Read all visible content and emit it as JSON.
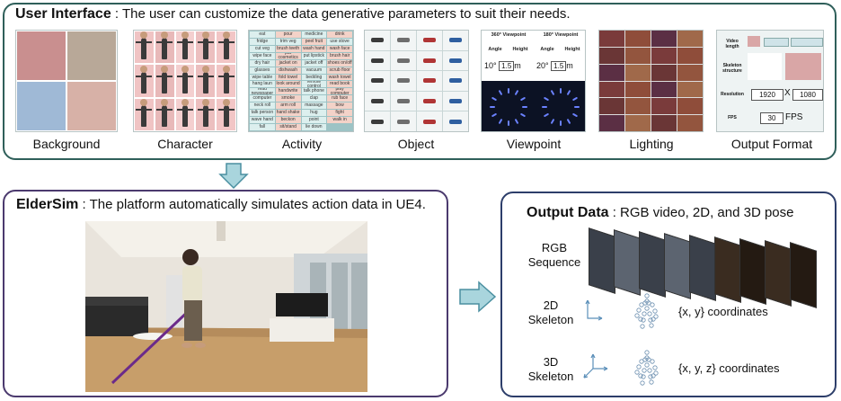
{
  "user_interface": {
    "title": "User Interface",
    "subtitle": " : The user can customize the data generative parameters to suit their needs.",
    "categories": [
      "Background",
      "Character",
      "Activity",
      "Object",
      "Viewpoint",
      "Lighting",
      "Output Format"
    ],
    "activity_labels": [
      "eat",
      "pour",
      "medicine",
      "drink",
      "fridge",
      "trim veg",
      "peel fruit",
      "use stove",
      "cut veg",
      "brush teeth",
      "wash hand",
      "wash face",
      "wipe face",
      "put cosmetics",
      "put lipstick",
      "brush hair",
      "dry hair",
      "jacket on",
      "jacket off",
      "shoes on/off",
      "glasses",
      "dishwash",
      "vacuum",
      "scrub floor",
      "wipe table",
      "fold towel",
      "bedding",
      "wash towel",
      "hang laun",
      "look around",
      "remote control",
      "read book",
      "read newspaper",
      "handwrite",
      "talk phone",
      "play computer",
      "computer",
      "smoke",
      "clap",
      "rub face",
      "neck roll",
      "arm roll",
      "massage",
      "bow",
      "talk person",
      "hand shake",
      "hug",
      "fight",
      "wave hand",
      "beckon",
      "point",
      "walk in",
      "fall",
      "sit/stand",
      "lie down"
    ],
    "viewpoint": {
      "left_header": "360° Viewpoint",
      "right_header": "180° Viewpoint",
      "angle_label": "Angle",
      "height_label": "Height",
      "left_angle": "10°",
      "left_height": "1.5",
      "right_angle": "20°",
      "right_height": "1.5",
      "unit": "m"
    },
    "output_format": {
      "video_length_label": "Video length",
      "skeleton_label": "Skeleton structure",
      "resolution_label": "Resolution",
      "width": "1920",
      "times": "X",
      "height": "1080",
      "fps_label": "FPS",
      "fps_value": "30",
      "fps_unit": "FPS"
    }
  },
  "eldersim": {
    "title": "ElderSim",
    "subtitle": " : The platform automatically simulates action data in UE4."
  },
  "output_data": {
    "title": "Output Data",
    "subtitle": " : RGB video, 2D, and 3D pose",
    "rows": [
      {
        "label_line1": "RGB",
        "label_line2": "Sequence",
        "coords": ""
      },
      {
        "label_line1": "2D",
        "label_line2": "Skeleton",
        "coords": "{x, y} coordinates"
      },
      {
        "label_line1": "3D",
        "label_line2": "Skeleton",
        "coords": "{x, y, z} coordinates"
      }
    ]
  },
  "colors": {
    "ui_border": "#2f5f5a",
    "sim_border": "#4b3a6e",
    "out_border": "#2d3e6a",
    "arrow_fill": "#a9d5dd",
    "arrow_stroke": "#4a8fa0"
  }
}
